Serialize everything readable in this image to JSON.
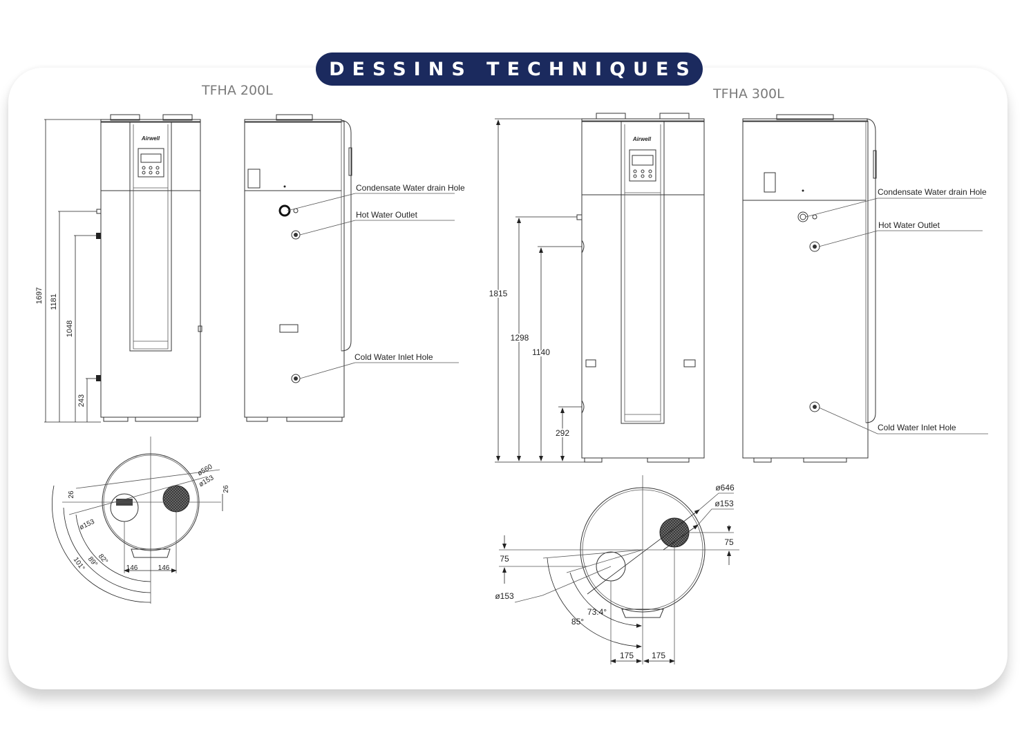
{
  "header": {
    "title": "DESSINS TECHNIQUES",
    "accent_color": "#1b2a5e"
  },
  "models": [
    {
      "name": "TFHA 200L",
      "brand": "Airwell",
      "front_dims": {
        "height": "1697",
        "condensate": "1181",
        "hot_outlet": "1048",
        "cold_inlet": "243"
      },
      "callouts": {
        "condensate": "Condensate Water drain Hole",
        "hot": "Hot Water Outlet",
        "cold": "Cold Water Inlet Hole"
      },
      "top_view": {
        "diameter": "ø560",
        "duct": "ø153",
        "duct_left": "ø153",
        "offset_a": "26",
        "offset_b": "26",
        "spacing_left": "146",
        "spacing_right": "146",
        "angle_1": "82°",
        "angle_2": "89°",
        "angle_3": "101°"
      }
    },
    {
      "name": "TFHA 300L",
      "brand": "Airwell",
      "front_dims": {
        "height": "1815",
        "condensate": "1298",
        "hot_outlet": "1140",
        "cold_inlet": "292"
      },
      "callouts": {
        "condensate": "Condensate Water drain Hole",
        "hot": "Hot Water Outlet",
        "cold": "Cold Water Inlet Hole"
      },
      "top_view": {
        "diameter": "ø646",
        "duct": "ø153",
        "duct_left": "ø153",
        "offset_a": "75",
        "offset_b": "75",
        "spacing_left": "175",
        "spacing_right": "175",
        "angle_1": "73.4°",
        "angle_2": "85°"
      }
    }
  ]
}
